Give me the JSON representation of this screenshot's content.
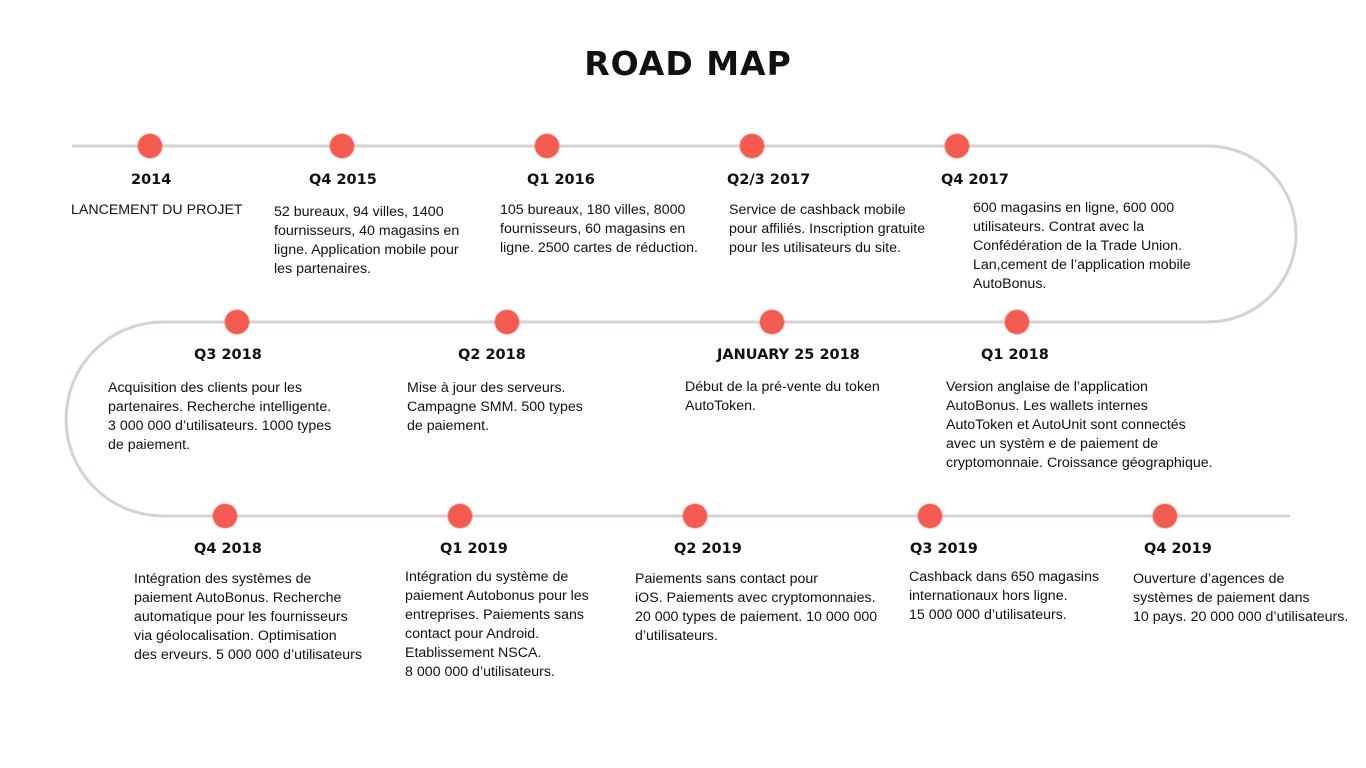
{
  "title": "ROAD MAP",
  "colors": {
    "track": "#d9d0d0",
    "dot": "#f35a50"
  },
  "milestones": [
    {
      "label": "2014",
      "text": "LANCEMENT DU PROJET"
    },
    {
      "label": "Q4 2015",
      "text": "52 bureaux, 94 villes, 1400\nfournisseurs, 40 magasins en\nligne. Application mobile pour\nles partenaires."
    },
    {
      "label": "Q1 2016",
      "text": "105 bureaux, 180 villes, 8000\nfournisseurs, 60 magasins en\nligne. 2500 cartes de réduction."
    },
    {
      "label": "Q2/3 2017",
      "text": "Service de cashback mobile\npour affiliés. Inscription gratuite\npour les utilisateurs du site."
    },
    {
      "label": "Q4 2017",
      "text": "600 magasins en ligne, 600 000\nutilisateurs. Contrat avec la\nConfédération de la Trade Union.\nLan,cement de l’application mobile\nAutoBonus."
    },
    {
      "label": "Q3 2018",
      "text": "Acquisition des clients pour les\npartenaires. Recherche intelligente.\n3 000 000 d’utilisateurs. 1000 types\nde paiement."
    },
    {
      "label": "Q2 2018",
      "text": "Mise à jour des serveurs.\nCampagne SMM. 500 types\nde paiement."
    },
    {
      "label": "JANUARY 25 2018",
      "text": "Début de la pré-vente du token\nAutoToken."
    },
    {
      "label": "Q1 2018",
      "text": "Version anglaise de l’application\nAutoBonus. Les wallets internes\nAutoToken et AutoUnit sont connectés\navec un systèm e de paiement de\ncryptomonnaie. Croissance géographique."
    },
    {
      "label": "Q4 2018",
      "text": "Intégration des systèmes de\npaiement AutoBonus. Recherche\nautomatique pour les fournisseurs\nvia géolocalisation. Optimisation\ndes erveurs. 5 000 000 d’utilisateurs"
    },
    {
      "label": "Q1 2019",
      "text": "Intégration du système de\npaiement Autobonus pour les\nentreprises. Paiements sans\ncontact pour Android.\nEtablissement NSCA.\n8 000 000 d’utilisateurs."
    },
    {
      "label": "Q2 2019",
      "text": "Paiements sans contact pour\niOS. Paiements avec cryptomonnaies.\n20 000 types de paiement. 10 000 000\nd’utilisateurs."
    },
    {
      "label": "Q3 2019",
      "text": "Cashback dans 650 magasins\ninternationaux hors ligne.\n15 000 000 d’utilisateurs."
    },
    {
      "label": "Q4 2019",
      "text": "Ouverture d’agences de\nsystèmes de paiement dans\n10 pays. 20 000 000 d’utilisateurs."
    }
  ]
}
